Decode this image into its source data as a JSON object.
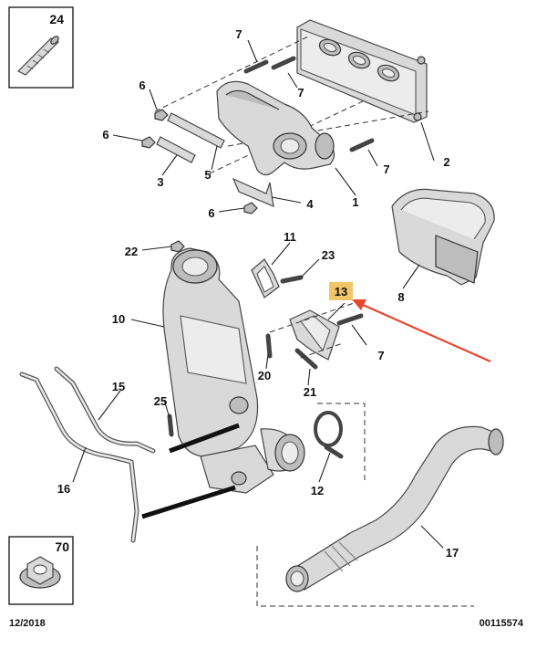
{
  "callouts": {
    "c1": "1",
    "c2": "2",
    "c3": "3",
    "c4": "4",
    "c5": "5",
    "c6a": "6",
    "c6b": "6",
    "c6c": "6",
    "c7a": "7",
    "c7b": "7",
    "c7c": "7",
    "c7d": "7",
    "c8": "8",
    "c10": "10",
    "c11": "11",
    "c12": "12",
    "c13": "13",
    "c15": "15",
    "c16": "16",
    "c17": "17",
    "c20": "20",
    "c21": "21",
    "c22": "22",
    "c23": "23",
    "c25": "25"
  },
  "inset_boxes": {
    "top_left": "24",
    "bottom_left": "70"
  },
  "footer": {
    "date": "12/2018",
    "reference": "00115574"
  },
  "colors": {
    "highlight": "#f3c56b",
    "arrow": "#e8472f",
    "ink": "#222222"
  },
  "highlighted_callout": "13"
}
